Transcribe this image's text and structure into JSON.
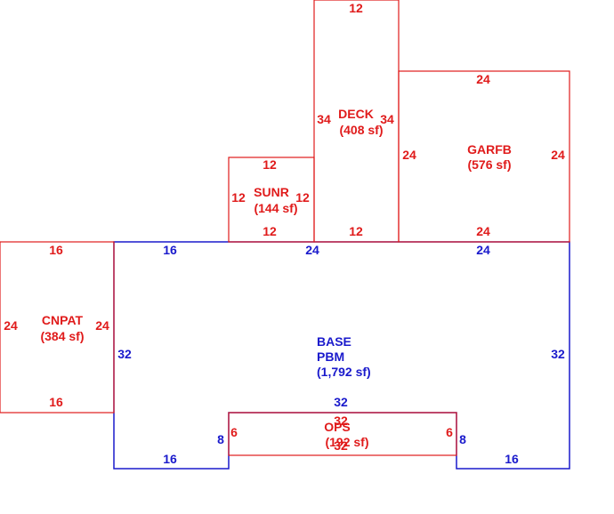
{
  "colors": {
    "base": "#1a1acc",
    "addition": "#e01b1b",
    "background": "#ffffff"
  },
  "areas": [
    {
      "code": "BASE",
      "subcode": "PBM",
      "area": "(1,792 sf)",
      "color": "base",
      "dims": [
        "16",
        "24",
        "24",
        "32",
        "32",
        "16",
        "8",
        "32",
        "8",
        "16"
      ]
    },
    {
      "code": "CNPAT",
      "area": "(384 sf)",
      "color": "addition",
      "dims": [
        "16",
        "24",
        "24",
        "16"
      ]
    },
    {
      "code": "SUNR",
      "area": "(144 sf)",
      "color": "addition",
      "dims": [
        "12",
        "12",
        "12",
        "12"
      ]
    },
    {
      "code": "DECK",
      "area": "(408 sf)",
      "color": "addition",
      "dims": [
        "12",
        "34",
        "34",
        "12"
      ]
    },
    {
      "code": "GARFB",
      "area": "(576 sf)",
      "color": "addition",
      "dims": [
        "24",
        "24",
        "24",
        "24"
      ]
    },
    {
      "code": "OPS",
      "area": "(192 sf)",
      "color": "addition",
      "dims": [
        "32",
        "6",
        "6",
        "32"
      ]
    }
  ]
}
